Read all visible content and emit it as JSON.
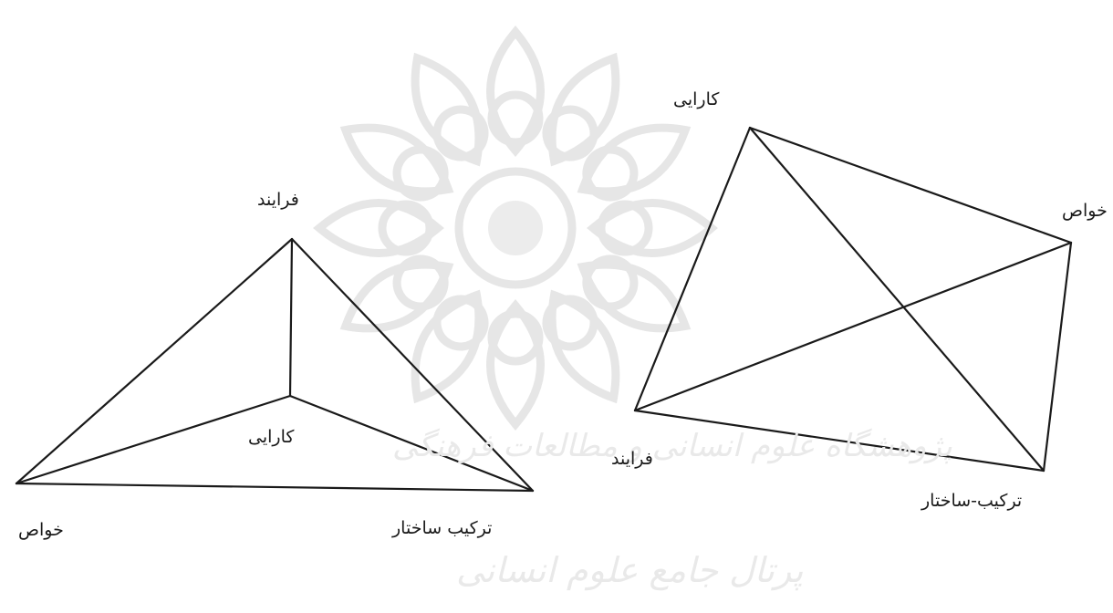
{
  "watermark": {
    "line1": "پژوهشگاه علوم انسانی و مطالعات فرهنگی",
    "line2": "پرتال جامع علوم انسانی"
  },
  "tetrahedron_left": {
    "apex": "فرایند",
    "center": "کارایی",
    "bottom_left": "خواص",
    "bottom_right": "ترکیب  ساختار"
  },
  "tetrahedron_right": {
    "top": "کارایی",
    "right": "خواص",
    "left": "فرایند",
    "bottom": "ترکیب-ساختار"
  }
}
